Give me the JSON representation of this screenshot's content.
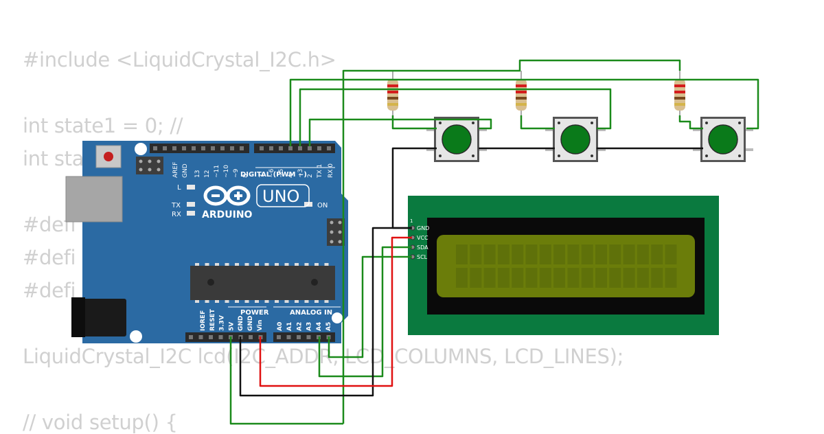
{
  "code_lines": [
    "#include <LiquidCrystal_I2C.h>",
    "int state1 = 0; //",
    "int sta",
    "#defi",
    "#defi",
    "#defi",
    "LiquidCrystal_I2C lcd(I2C_ADDR, LCD_COLUMNS, LCD_LINES);",
    "// void setup() {"
  ],
  "arduino": {
    "brand": "ARDUINO",
    "model": "UNO",
    "digital_header": "DIGITAL (PWM ~)",
    "digital_pins": [
      "AREF",
      "GND",
      "13",
      "12",
      "~11",
      "~10",
      "~9",
      "8",
      "7",
      "~6",
      "~5",
      "4",
      "~3",
      "2",
      "TX 1",
      "RX 0"
    ],
    "power_header": "POWER",
    "power_pins": [
      "IOREF",
      "RESET",
      "3.3V",
      "5V",
      "GND",
      "GND",
      "Vin"
    ],
    "analog_header": "ANALOG IN",
    "analog_pins": [
      "A0",
      "A1",
      "A2",
      "A3",
      "A4",
      "A5"
    ],
    "led_l": "L",
    "led_tx": "TX",
    "led_rx": "RX",
    "led_on": "ON"
  },
  "lcd": {
    "pin_number": "1",
    "pins": [
      "GND",
      "VCC",
      "SDA",
      "SCL"
    ],
    "screen_color": "#6b7d0a",
    "pcb_color": "#0a7a3f"
  },
  "wire_colors": {
    "green": "#1a8a1a",
    "black": "#111111",
    "red": "#e01010"
  },
  "button_color": "#0a7a1a",
  "board_color": "#2b6aa3"
}
